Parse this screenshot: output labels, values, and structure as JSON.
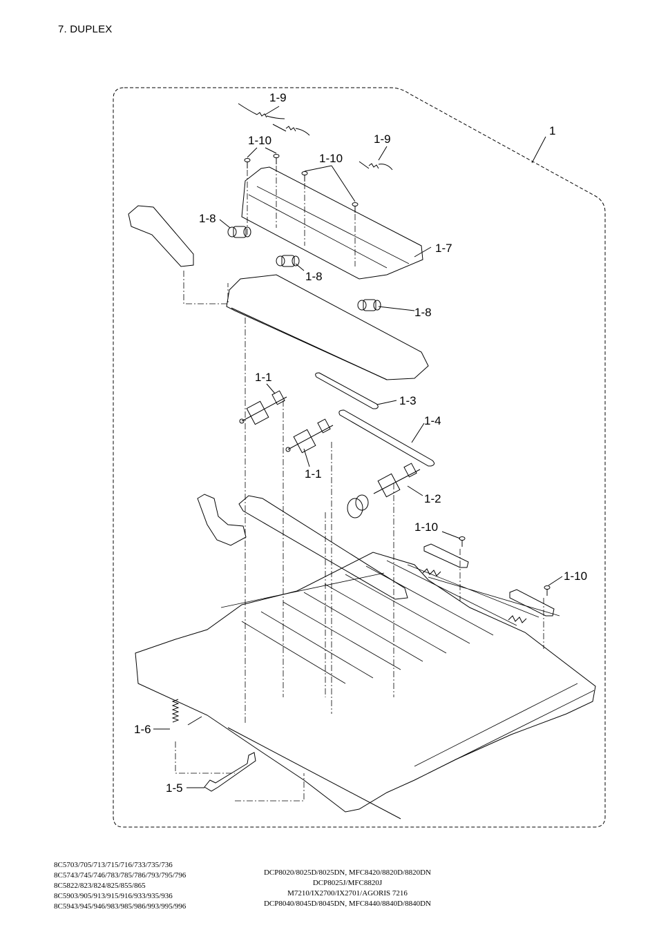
{
  "section": {
    "title": "7. DUPLEX"
  },
  "callouts": {
    "assembly": "1",
    "c1_9_top": "1-9",
    "c1_9_right": "1-9",
    "c1_10_a": "1-10",
    "c1_10_b": "1-10",
    "c1_10_c": "1-10",
    "c1_10_d": "1-10",
    "c1_8_a": "1-8",
    "c1_8_b": "1-8",
    "c1_8_c": "1-8",
    "c1_7": "1-7",
    "c1_1_a": "1-1",
    "c1_1_b": "1-1",
    "c1_3": "1-3",
    "c1_4": "1-4",
    "c1_2": "1-2",
    "c1_6": "1-6",
    "c1_5": "1-5"
  },
  "footer": {
    "left_codes": [
      "8C5703/705/713/715/716/733/735/736",
      "8C5743/745/746/783/785/786/793/795/796",
      "8C5822/823/824/825/855/865",
      "8C5903/905/913/915/916/933/935/936",
      "8C5943/945/946/983/985/986/993/995/996"
    ],
    "right_models": [
      "DCP8020/8025D/8025DN, MFC8420/8820D/8820DN",
      "DCP8025J/MFC8820J",
      "M7210/IX2700/IX2701/AGORIS 7216",
      "DCP8040/8045D/8045DN, MFC8440/8840D/8840DN"
    ]
  }
}
